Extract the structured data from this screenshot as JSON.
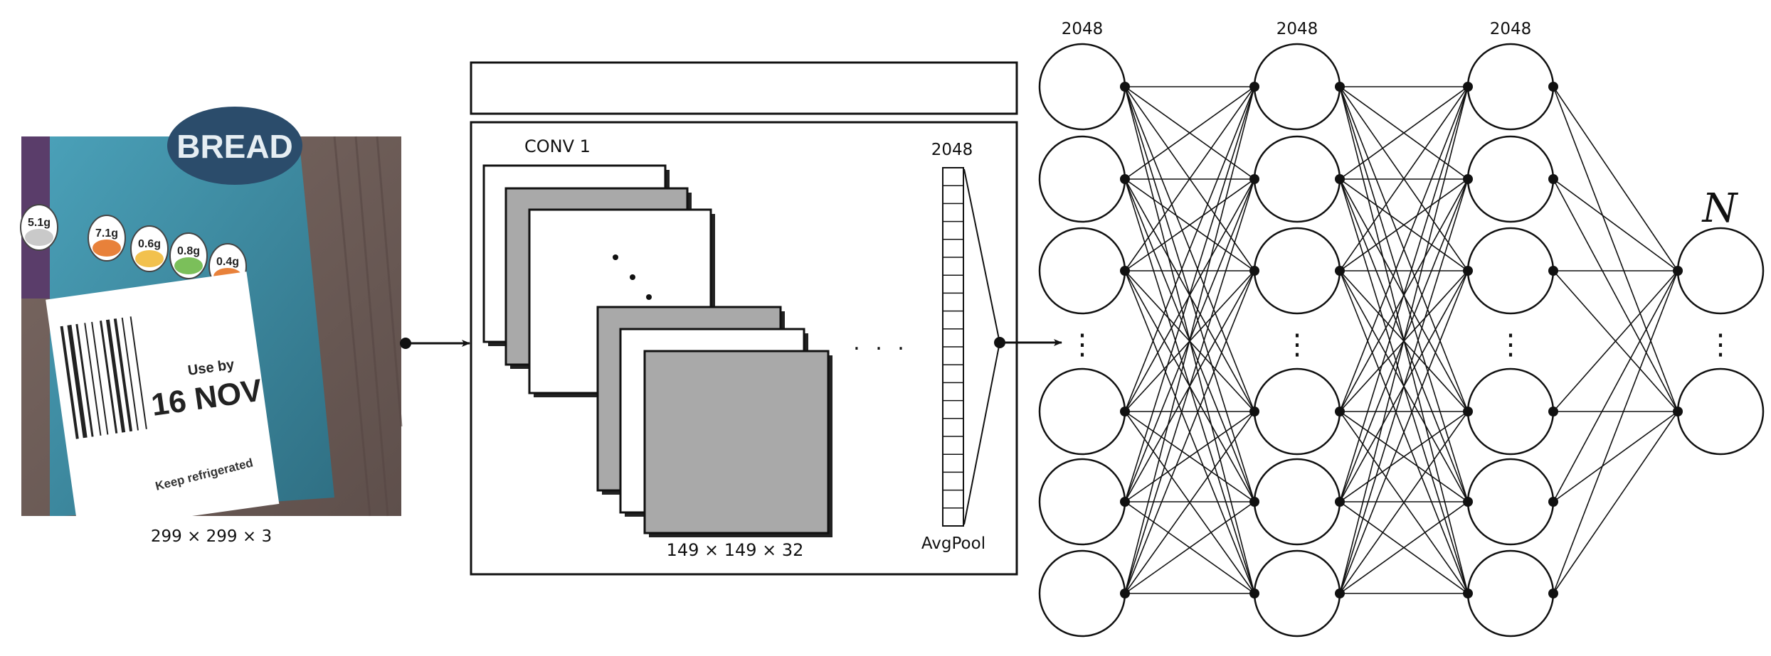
{
  "input_image": {
    "caption": "299 × 299 × 3",
    "photo_text": {
      "brand": "BREAD",
      "nutrition_values": [
        "5.1g",
        "7.1g",
        "0.6g",
        "0.8g",
        "0.4g"
      ],
      "date_label": "Use by",
      "date": "16 NOV",
      "footer": "Keep refrigerated"
    }
  },
  "cnn_block": {
    "layer_label": "CONV 1",
    "feature_map_caption": "149 × 149 × 32",
    "ellipsis": ". . .",
    "pool_units_label": "2048",
    "pool_label": "AvgPool",
    "header_text": ""
  },
  "fc_network": {
    "layer_unit_labels": [
      "2048",
      "2048",
      "2048"
    ],
    "output_label": "N",
    "vertical_ellipsis": "⋮"
  },
  "colors": {
    "stroke": "#111111",
    "map_gray": "#a9a9a9",
    "photo_teal": "#3f8fa6",
    "photo_wood": "#6b5a55"
  }
}
